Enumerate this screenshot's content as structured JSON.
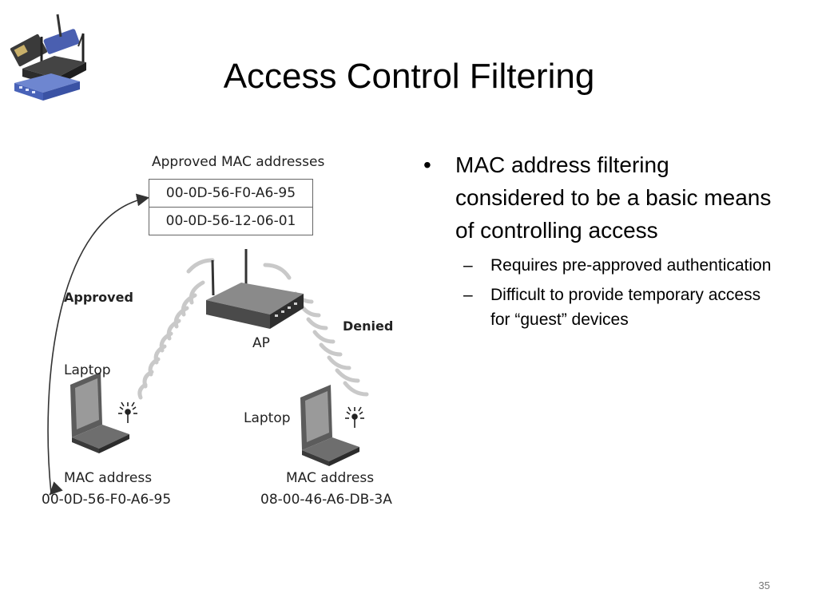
{
  "slide": {
    "title": "Access Control Filtering",
    "page_number": "35"
  },
  "diagram": {
    "table_caption": "Approved MAC addresses",
    "approved_macs": [
      "00-0D-56-F0-A6-95",
      "00-0D-56-12-06-01"
    ],
    "approved_label": "Approved",
    "denied_label": "Denied",
    "ap_label": "AP",
    "left_laptop": {
      "label": "Laptop",
      "mac_caption": "MAC address",
      "mac": "00-0D-56-F0-A6-95"
    },
    "right_laptop": {
      "label": "Laptop",
      "mac_caption": "MAC address",
      "mac": "08-00-46-A6-DB-3A"
    }
  },
  "bullets": [
    {
      "text": "MAC address filtering considered to be a basic means of controlling access",
      "sub": [
        "Requires pre-approved authentication",
        "Difficult to provide temporary access for “guest” devices"
      ]
    }
  ],
  "symbols": {
    "bullet": "•",
    "dash": "–"
  },
  "icons": [
    "router-logo-icon",
    "laptop-icon",
    "access-point-icon",
    "signal-icon"
  ]
}
